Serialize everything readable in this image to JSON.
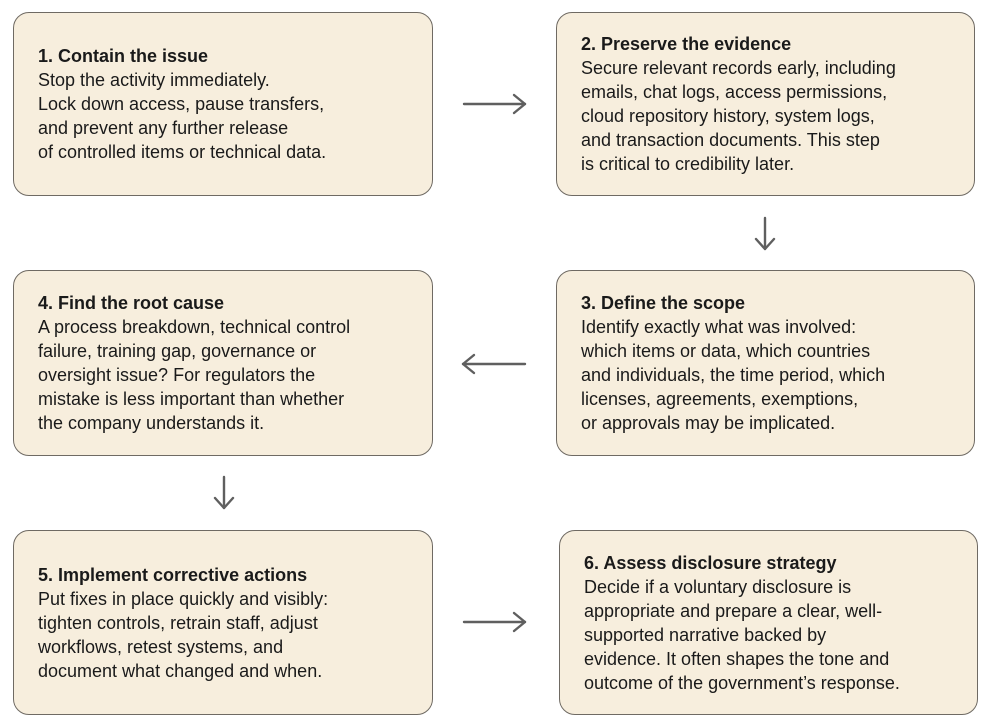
{
  "steps": [
    {
      "title": "1. Contain the issue",
      "lines": [
        "Stop the activity immediately.",
        "Lock down access, pause transfers,",
        "and prevent any further release",
        "of controlled items or technical data."
      ]
    },
    {
      "title": "2. Preserve the evidence",
      "lines": [
        "Secure relevant records early, including",
        "emails, chat logs, access permissions,",
        "cloud repository history, system logs,",
        "and transaction documents. This step",
        "is critical to credibility later."
      ]
    },
    {
      "title": "3. Define the scope",
      "lines": [
        "Identify exactly what was involved:",
        "which items or data, which countries",
        "and individuals, the time period, which",
        "licenses, agreements, exemptions,",
        "or approvals may be implicated."
      ]
    },
    {
      "title": "4. Find the root cause",
      "lines": [
        "A process breakdown, technical control",
        "failure, training gap, governance or",
        "oversight issue? For regulators the",
        "mistake is less important than whether",
        "the company understands it."
      ]
    },
    {
      "title": "5. Implement corrective actions",
      "lines": [
        "Put fixes in place quickly and visibly:",
        "tighten controls, retrain staff, adjust",
        "workflows, retest systems, and",
        "document what changed and when."
      ]
    },
    {
      "title": "6. Assess disclosure strategy",
      "lines": [
        "Decide if a voluntary disclosure is",
        "appropriate and prepare a clear, well-",
        "supported narrative backed by",
        "evidence. It often shapes the tone and",
        "outcome of the government’s response."
      ]
    }
  ],
  "connectors": [
    {
      "from": 1,
      "to": 2,
      "direction": "right"
    },
    {
      "from": 2,
      "to": 3,
      "direction": "down"
    },
    {
      "from": 3,
      "to": 4,
      "direction": "left"
    },
    {
      "from": 4,
      "to": 5,
      "direction": "down"
    },
    {
      "from": 5,
      "to": 6,
      "direction": "right"
    }
  ],
  "colors": {
    "box_fill": "#f7eedd",
    "box_border": "#6f6a63",
    "arrow": "#5f5f5f",
    "text": "#1a1a1a"
  }
}
